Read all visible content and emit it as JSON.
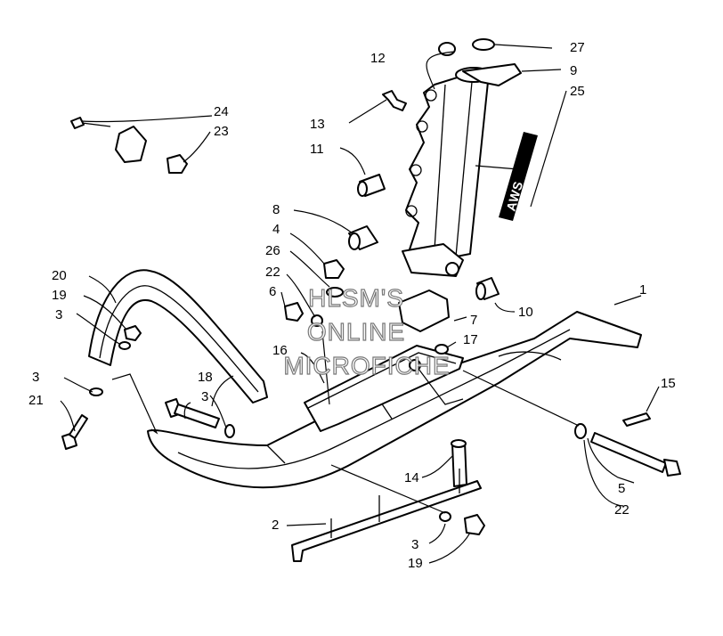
{
  "callouts": {
    "c1": "1",
    "c2": "2",
    "c3a": "3",
    "c3b": "3",
    "c3c": "3",
    "c3d": "3",
    "c4": "4",
    "c5": "5",
    "c6": "6",
    "c7": "7",
    "c8": "8",
    "c9": "9",
    "c10": "10",
    "c11": "11",
    "c12": "12",
    "c13": "13",
    "c14": "14",
    "c15": "15",
    "c16": "16",
    "c17": "17",
    "c18": "18",
    "c19a": "19",
    "c19b": "19",
    "c20": "20",
    "c21": "21",
    "c22a": "22",
    "c22b": "22",
    "c23": "23",
    "c24": "24",
    "c25": "25",
    "c26": "26",
    "c27": "27"
  },
  "decal_text": "AWS",
  "watermark": {
    "line1": "HLSM'S",
    "line2": "ONLINE",
    "line3": "MICROFICHE"
  }
}
